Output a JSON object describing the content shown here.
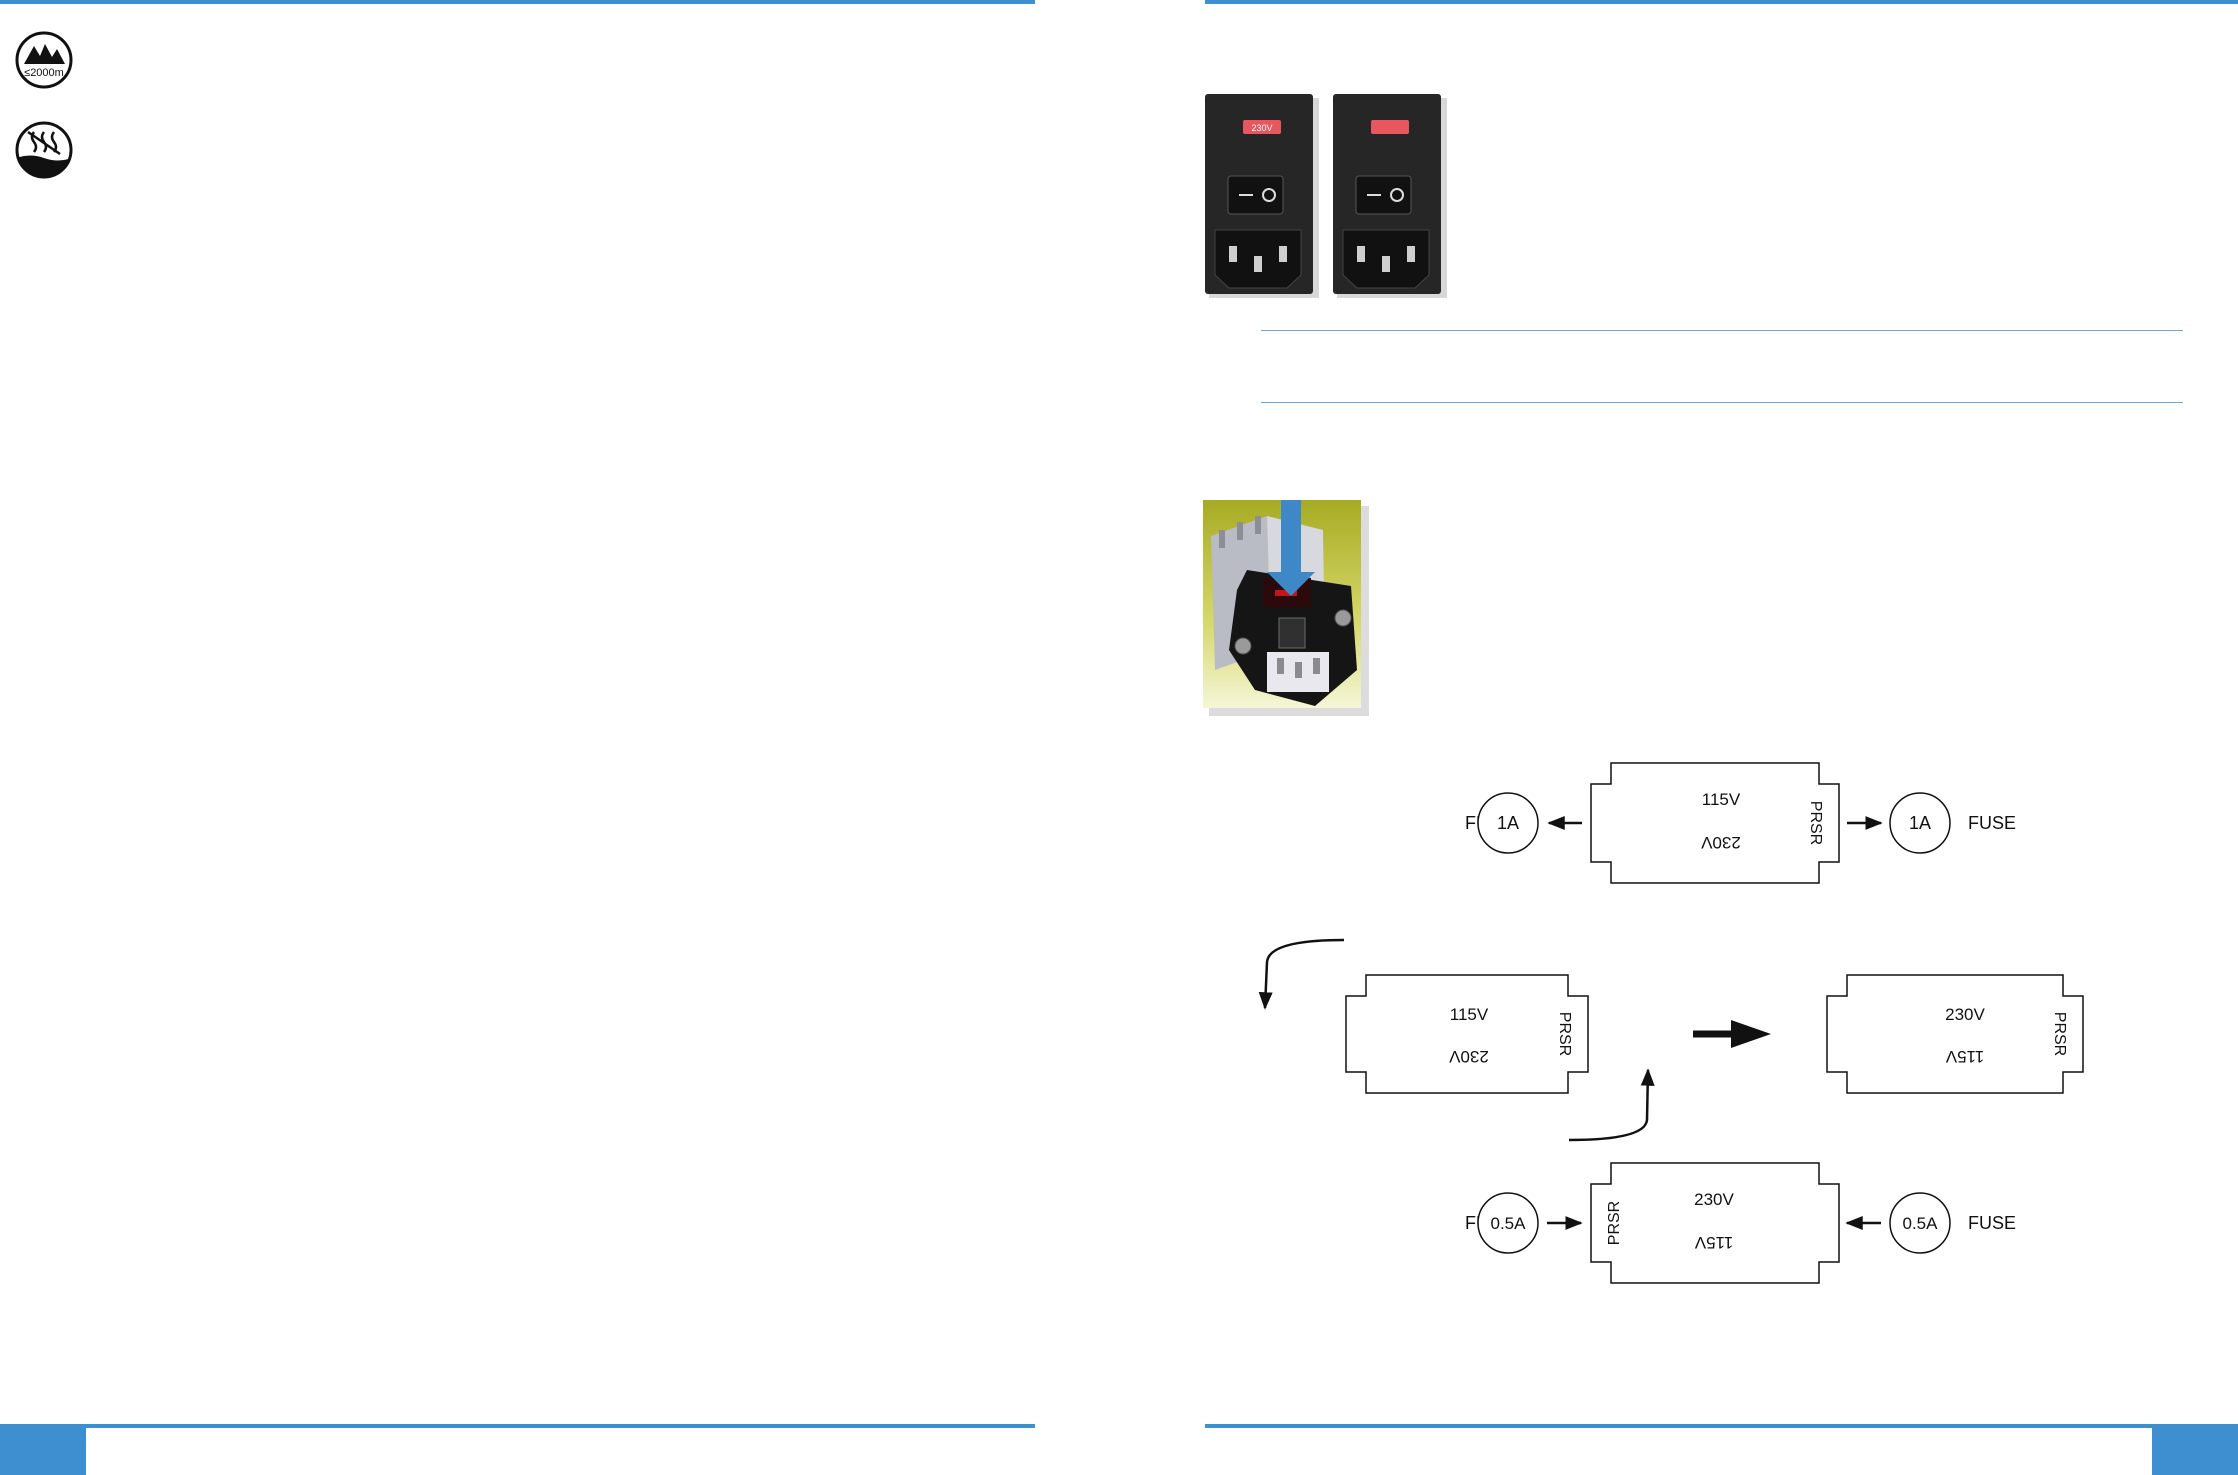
{
  "colors": {
    "accent": "#3d8fd0",
    "indicator_red": "#e8565e"
  },
  "left_page": {
    "icons": [
      "altitude-icon",
      "humidity-icon"
    ],
    "altitude_icon_text": "≤2000m"
  },
  "right_page": {
    "module_photos": {
      "left_indicator_text": "230V"
    },
    "fuse_diagram": {
      "top_box": {
        "upper_text": "115V",
        "lower_text": "230V",
        "side_text": "PRSR"
      },
      "top_left_fuse": {
        "value": "1A",
        "label": "FUSE"
      },
      "top_right_fuse": {
        "value": "1A",
        "label": "FUSE"
      },
      "middle_left_box": {
        "upper_text": "115V",
        "lower_text": "230V",
        "side_text": "PRSR"
      },
      "middle_right_box": {
        "upper_text": "230V",
        "lower_text": "115V",
        "side_text": "PRSR"
      },
      "bottom_box": {
        "upper_text": "230V",
        "lower_text": "115V",
        "side_text": "PRSR"
      },
      "bottom_left_fuse": {
        "value": "0.5A",
        "label": "FUSE"
      },
      "bottom_right_fuse": {
        "value": "0.5A",
        "label": "FUSE"
      }
    }
  }
}
